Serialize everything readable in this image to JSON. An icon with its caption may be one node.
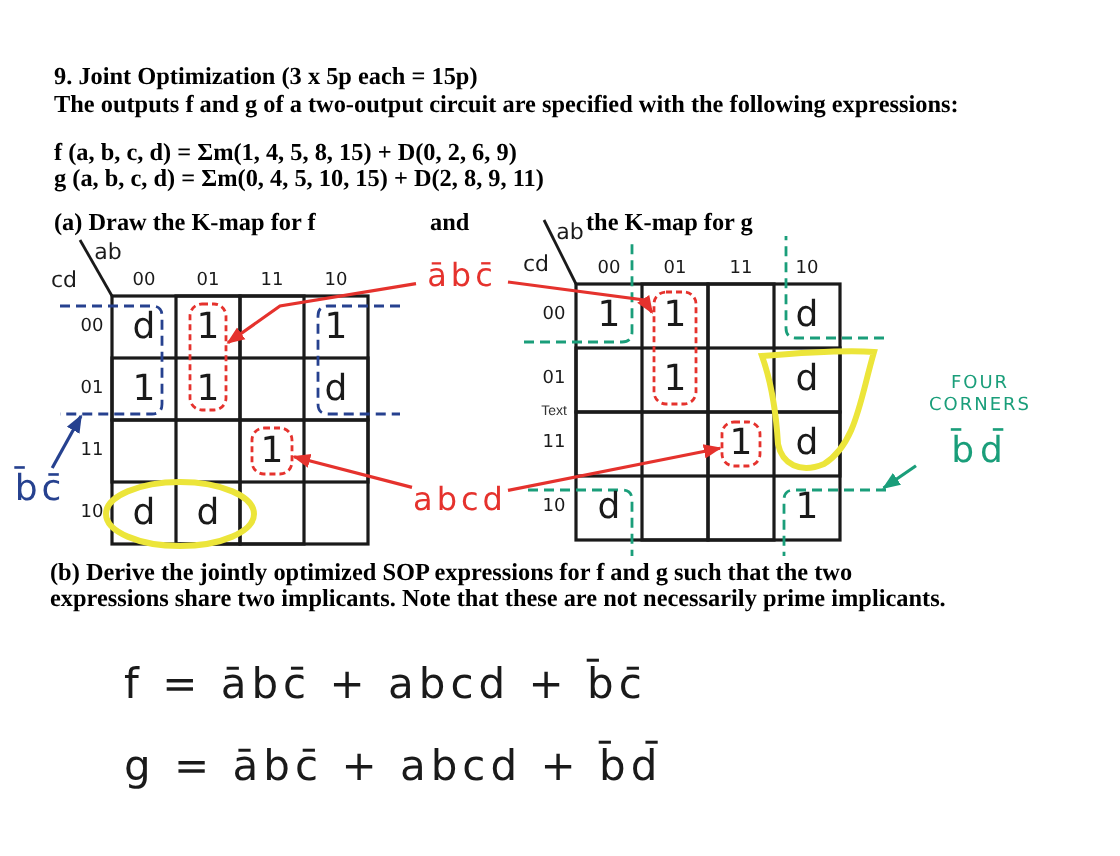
{
  "diagram": {
    "title": "9. Joint Optimization (3 x 5p each = 15p)",
    "nodes": [
      {
        "text": [
          "ābc̄"
        ]
      },
      {
        "text": [
          "abcd"
        ]
      },
      {
        "text": [
          "b̄c̄"
        ]
      },
      {
        "text": [
          "FOUR CORNERS",
          "b̄d̄"
        ]
      },
      {
        "text": [],
        "shape": "box"
      },
      {
        "text": [],
        "shape": "box"
      },
      {
        "text": [],
        "shape": "bracket"
      },
      {
        "text": [],
        "shape": "box"
      },
      {
        "text": [],
        "shape": "box"
      },
      {
        "text": [],
        "shape": "bracket"
      }
    ],
    "edges": [
      {
        "from": 0,
        "to": 4,
        "arrow": "to"
      },
      {
        "from": 0,
        "to": 7,
        "arrow": "to"
      },
      {
        "from": 1,
        "to": 5,
        "arrow": "to"
      },
      {
        "from": 1,
        "to": 8,
        "arrow": "to"
      },
      {
        "from": 2,
        "to": 6,
        "arrow": "to",
        "color": "#26418f"
      },
      {
        "from": 3,
        "to": 9,
        "arrow": "to",
        "color": "#1a9e7a"
      }
    ],
    "labels": [
      "The outputs f and g of a two-output circuit are specified with the following expressions:",
      "f (a, b, c, d) = Σm(1, 4, 5, 8, 15) + D(0, 2, 6, 9)",
      "g (a, b, c, d) = Σm(0, 4, 5, 10, 15) + D(2, 8, 9, 11)",
      "(a) Draw the K-map for f",
      "and",
      "the K-map for g",
      "ab",
      "cd",
      "00",
      "01",
      "11",
      "10",
      "00",
      "d",
      "1",
      "1",
      "01",
      "1",
      "1",
      "d",
      "11",
      "1",
      "10",
      "d",
      "d",
      "ab",
      "cd",
      "00",
      "01",
      "11",
      "10",
      "00",
      "1",
      "1",
      "d",
      "01",
      "1",
      "d",
      "Text",
      "11",
      "1",
      "d",
      "10",
      "d",
      "1",
      "(b) Derive the jointly optimized SOP expressions for f and g such that the two expressions share two implicants. Note that these are not necessarily prime implicants.",
      "f = ābc̄ + abcd + b̄c̄",
      "g = ābc̄ + abcd + b̄d̄"
    ]
  }
}
